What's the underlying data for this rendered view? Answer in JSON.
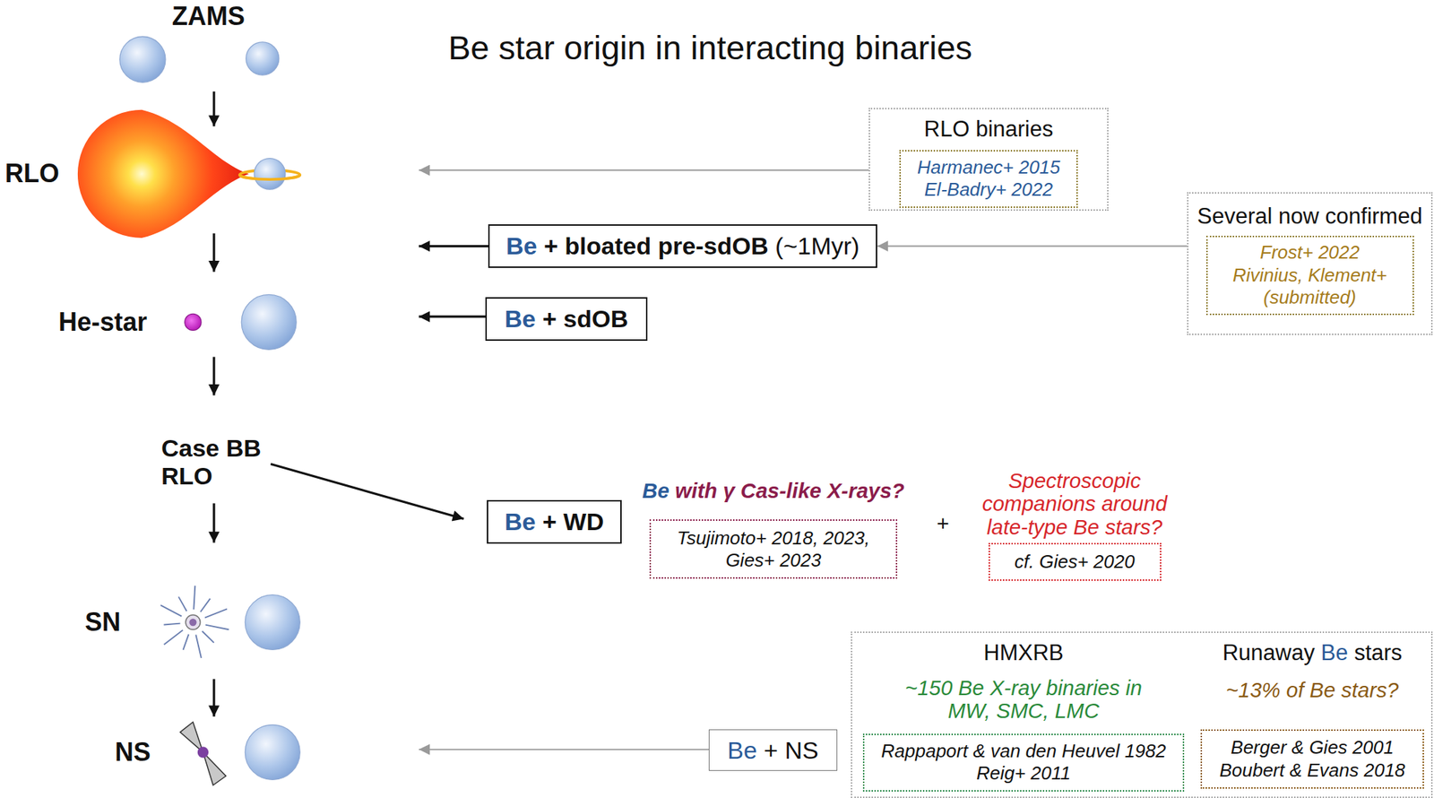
{
  "diagram": {
    "title": "Be star origin in interacting binaries",
    "nodes": [
      {
        "text": [
          "RLO binaries"
        ]
      },
      {
        "text": [
          "Harmanec+ 2015 El-Badry+ 2022"
        ],
        "in": 0
      },
      {
        "text": [
          "Be",
          "+ bloated pre-sdOB",
          "(~1Myr)"
        ]
      },
      {
        "text": [
          "Several now confirmed"
        ]
      },
      {
        "text": [
          "Frost+ 2022 Rivinius, Klement+ (submitted)"
        ],
        "in": 3
      },
      {
        "text": [
          "Be",
          "+ sdOB"
        ]
      },
      {
        "text": [
          "Be",
          "+ WD"
        ]
      },
      {
        "text": [
          "Be",
          "with γ Cas-like X-rays?",
          "Tsujimoto+ 2018, 2023, Gies+ 2023"
        ]
      },
      {
        "text": [
          "Spectroscopic companions around late-type Be stars?",
          "cf. Gies+ 2020"
        ]
      },
      {
        "text": []
      },
      {
        "text": [
          "HMXRB",
          "~150 Be X-ray binaries in MW, SMC, LMC",
          "Rappaport & van den Heuvel 1982 Reig+ 2011"
        ],
        "in": 9
      },
      {
        "text": [
          "Runaway",
          "Be",
          "stars",
          "~13% of Be stars?",
          "Berger & Gies 2001 Boubert & Evans 2018"
        ],
        "in": 9
      },
      {
        "text": [
          "Be",
          "+ NS"
        ]
      }
    ],
    "edges": [
      {
        "from": 3,
        "to": 2,
        "arrow": "to"
      }
    ],
    "labels": [
      "ZAMS",
      "RLO",
      "He-star",
      "Case BB RLO",
      "SN",
      "NS",
      "+"
    ]
  }
}
